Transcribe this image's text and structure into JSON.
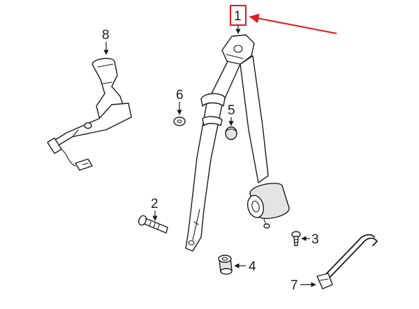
{
  "callouts": {
    "callout_1": "1",
    "callout_2": "2",
    "callout_3": "3",
    "callout_4": "4",
    "callout_5": "5",
    "callout_6": "6",
    "callout_7": "7",
    "callout_8": "8"
  },
  "colors": {
    "line": "#1a1a1a",
    "highlight": "#e01b1b",
    "background": "#ffffff"
  }
}
